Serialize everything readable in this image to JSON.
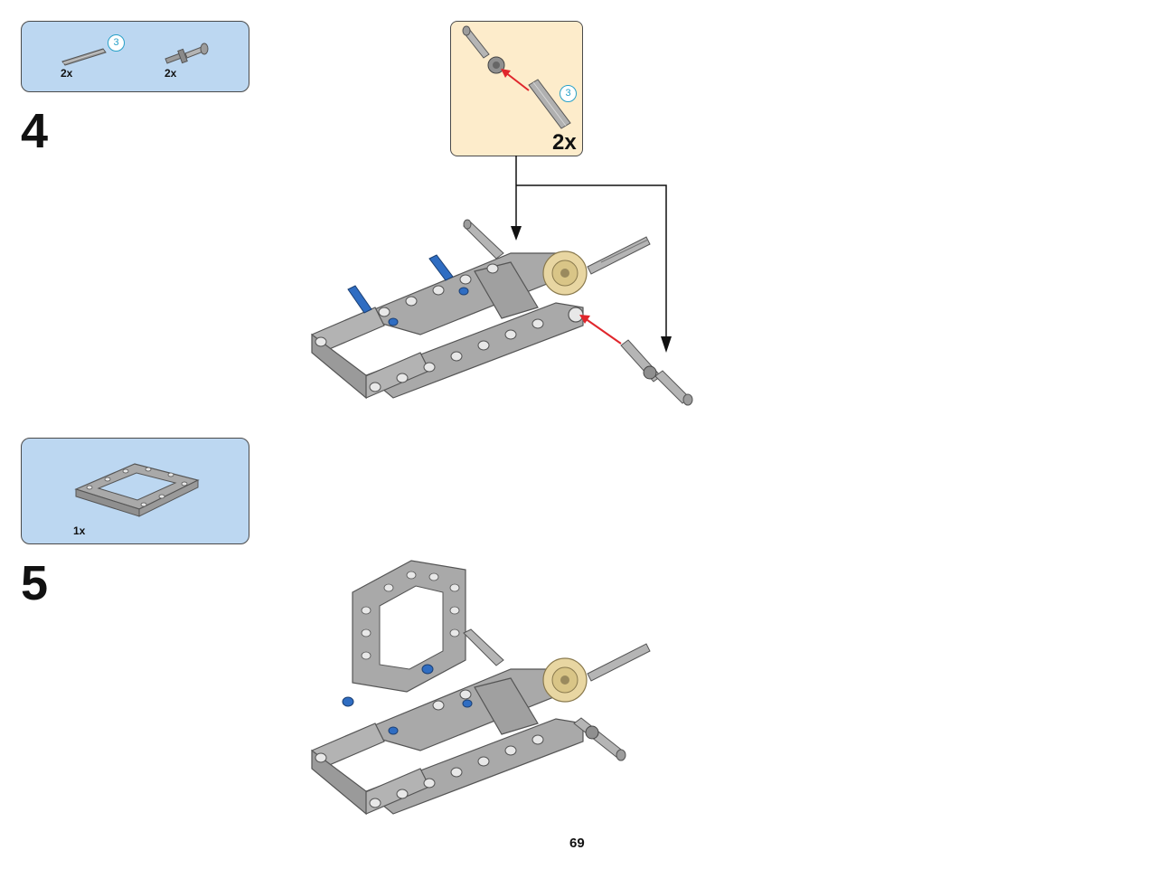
{
  "page": {
    "number": "69"
  },
  "steps": [
    {
      "number": "4",
      "parts": [
        {
          "name": "axle-3",
          "quantity": "2x",
          "badge": "3"
        },
        {
          "name": "axle-pin",
          "quantity": "2x"
        }
      ],
      "callout": {
        "quantity": "2x",
        "badge": "3"
      }
    },
    {
      "number": "5",
      "parts": [
        {
          "name": "frame-5x7",
          "quantity": "1x"
        }
      ]
    }
  ],
  "colors": {
    "parts_box": "#bcd7f1",
    "callout_box": "#fdeccb",
    "arrow_red": "#e0262c",
    "beam_gray": "#a9a9a9",
    "pin_blue": "#2f6dc2",
    "gear_tan": "#e8d6a2",
    "badge_blue": "#27a0c8"
  }
}
